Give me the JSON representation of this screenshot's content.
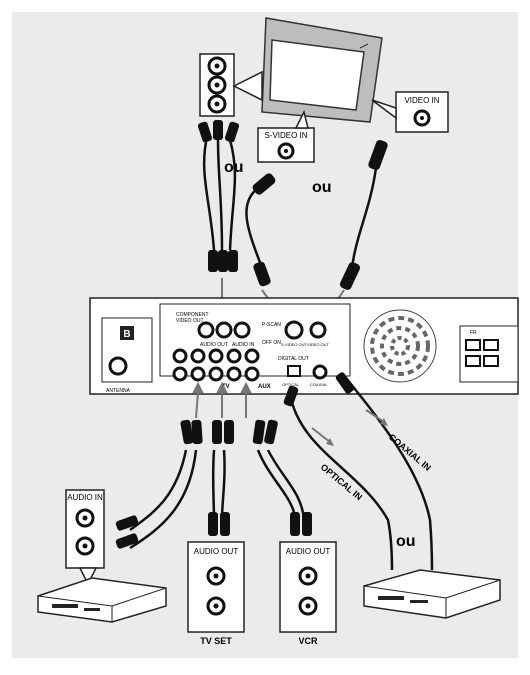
{
  "labels": {
    "ou_1": "ou",
    "ou_2": "ou",
    "ou_3": "ou",
    "video_in": "VIDEO IN",
    "svideo_in": "S-VIDEO IN",
    "coaxial_in": "COAXIAL IN",
    "optical_in": "OPTICAL IN",
    "audio_in": "AUDIO IN",
    "audio_out_tv": "AUDIO OUT",
    "audio_out_vcr": "AUDIO OUT",
    "tv_set": "TV SET",
    "vcr": "VCR"
  },
  "panel_labels": {
    "component": "COMPONENT",
    "video_out": "VIDEO OUT",
    "p_scan": "P-SCAN",
    "off_on": "OFF  ON",
    "s_video_out": "S-VIDEO OUT",
    "video_out2": "VIDEO OUT",
    "audio_out": "AUDIO OUT",
    "audio_in": "AUDIO IN",
    "digital_out": "DIGITAL OUT",
    "optical": "OPTICAL",
    "coaxial": "COAXIAL",
    "tv": "TV",
    "aux": "AUX",
    "antenna": "ANTENNA",
    "b_mark": "B",
    "fr": "FR"
  }
}
